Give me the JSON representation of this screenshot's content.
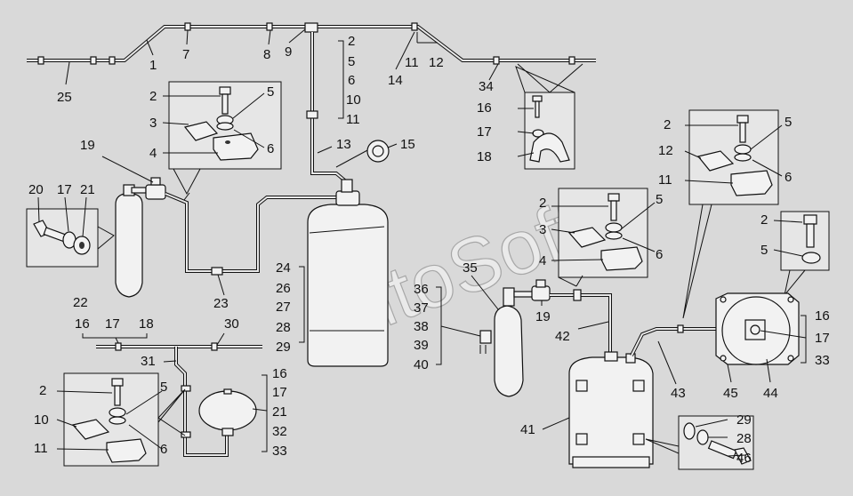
{
  "watermark": "AutoSoft",
  "callouts": {
    "c1": "1",
    "c2": "2",
    "c3": "3",
    "c4": "4",
    "c5": "5",
    "c6": "6",
    "c7": "7",
    "c8": "8",
    "c9": "9",
    "c10": "10",
    "c11": "11",
    "c12": "12",
    "c13": "13",
    "c14": "14",
    "c15": "15",
    "c16": "16",
    "c17": "17",
    "c18": "18",
    "c19": "19",
    "c20": "20",
    "c21": "21",
    "c22": "22",
    "c23": "23",
    "c24": "24",
    "c25": "25",
    "c26": "26",
    "c27": "27",
    "c28": "28",
    "c29": "29",
    "c30": "30",
    "c31": "31",
    "c32": "32",
    "c33": "33",
    "c34": "34",
    "c35": "35",
    "c36": "36",
    "c37": "37",
    "c38": "38",
    "c39": "39",
    "c40": "40",
    "c41": "41",
    "c42": "42",
    "c43": "43",
    "c44": "44",
    "c45": "45",
    "c46": "46"
  }
}
